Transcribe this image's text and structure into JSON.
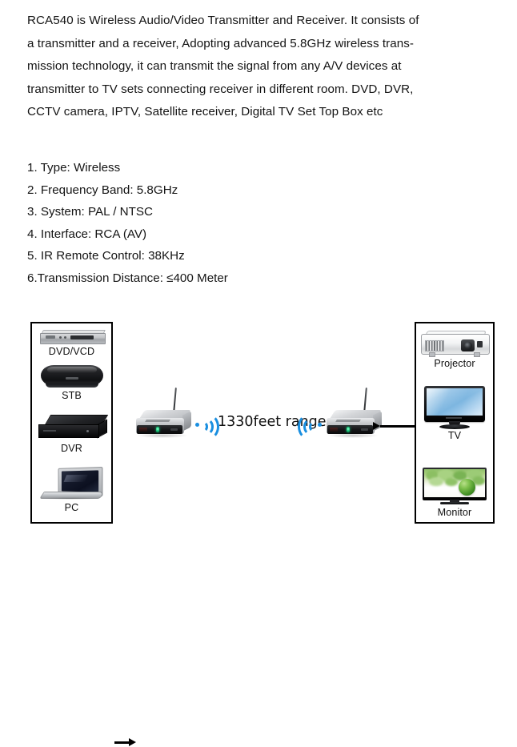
{
  "description": {
    "lines": [
      "RCA540 is Wireless Audio/Video Transmitter and Receiver. It consists of",
      "a transmitter and a receiver, Adopting advanced 5.8GHz wireless trans-",
      "mission technology, it can transmit the signal from any A/V devices at",
      "transmitter to TV sets connecting receiver in different room. DVD, DVR,",
      "CCTV camera, IPTV, Satellite receiver, Digital TV Set Top Box etc"
    ],
    "full_text": "RCA540 is Wireless Audio/Video Transmitter and Receiver. It consists of a transmitter and a receiver, Adopting advanced 5.8GHz wireless transmission technology, it can transmit the signal from any A/V devices at transmitter to TV sets connecting receiver in different room. DVD, DVR, CCTV camera, IPTV, Satellite receiver, Digital TV Set Top Box etc"
  },
  "specs": [
    {
      "number": "1.",
      "text": " Type: Wireless"
    },
    {
      "number": "2.",
      "text": " Frequency Band: 5.8GHz"
    },
    {
      "number": "3.",
      "text": " System: PAL / NTSC"
    },
    {
      "number": "4.",
      "text": " Interface: RCA (AV)"
    },
    {
      "number": "5.",
      "text": " IR Remote Control: 38KHz"
    },
    {
      "number": "6.",
      "text": "Transmission Distance: ≤400 Meter"
    }
  ],
  "spec_lines": [
    "1. Type: Wireless",
    "2. Frequency Band: 5.8GHz",
    "3. System: PAL / NTSC",
    "4. Interface: RCA (AV)",
    "5. IR Remote Control: 38KHz",
    "6.Transmission Distance: ≤400 Meter"
  ],
  "diagram": {
    "source_devices": [
      {
        "label": "DVD/VCD",
        "icon": "dvd-player-icon"
      },
      {
        "label": "STB",
        "icon": "set-top-box-icon"
      },
      {
        "label": "DVR",
        "icon": "dvr-icon"
      },
      {
        "label": "PC",
        "icon": "laptop-icon"
      }
    ],
    "display_devices": [
      {
        "label": "Projector",
        "icon": "projector-icon"
      },
      {
        "label": "TV",
        "icon": "television-icon"
      },
      {
        "label": "Monitor",
        "icon": "monitor-icon"
      }
    ],
    "transmitter": {
      "name": "transmitter-unit"
    },
    "receiver": {
      "name": "receiver-unit"
    },
    "range_label": "1330feet range",
    "wifi_icon": "wifi-signal-icon",
    "arrow_icon": "arrow-right-icon"
  },
  "colors": {
    "wifi_blue": "#1a8fe0",
    "text": "#141414",
    "border": "#000000",
    "led_green": "#19c97d",
    "tv_screen": "#7db6e0",
    "monitor_green": "#3f8c22",
    "background": "#ffffff"
  }
}
